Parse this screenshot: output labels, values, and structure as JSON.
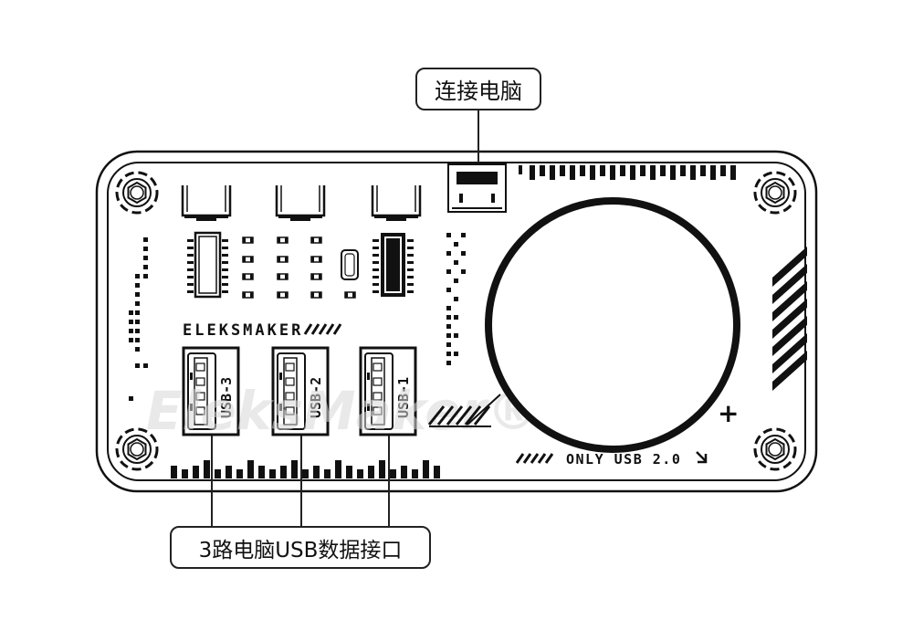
{
  "callouts": {
    "top": "连接电脑",
    "bottom": "3路电脑USB数据接口"
  },
  "board": {
    "brand_text": "ELEKSMAKER",
    "watermark": "EleksMaker®",
    "usb_ports": [
      "USB-3",
      "USB-2",
      "USB-1"
    ],
    "footer_text": "ONLY USB 2.0",
    "plus_mark": "+"
  }
}
